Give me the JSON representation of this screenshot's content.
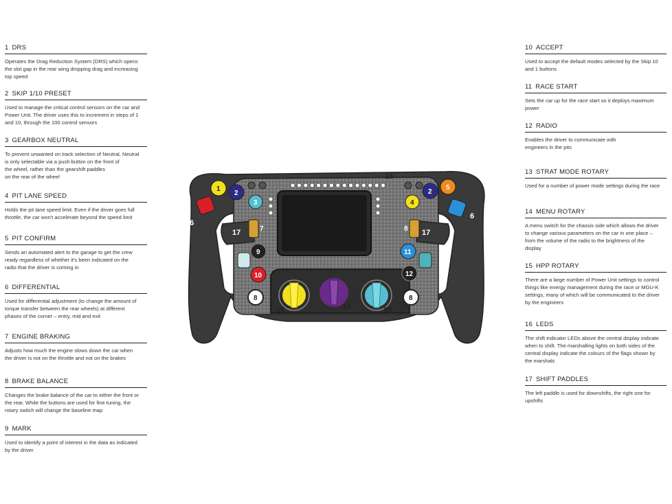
{
  "left_entries": [
    {
      "num": "1",
      "title": "DRS",
      "body": "Operates the Drag Reduction System (DRS) which opens\nthe slot gap in the rear wing dropping drag and increasing\ntop speed"
    },
    {
      "num": "2",
      "title": "SKIP 1/10 PRESET",
      "body": "Used to manage the critical control sensors on the car and\nPower Unit. The driver uses this to increment in steps of 1\nand 10, through the 100 control sensors"
    },
    {
      "num": "3",
      "title": "GEARBOX NEUTRAL",
      "body": "To prevent unwanted on track selection of Neutral, Neutral\nis only selectable via a push button on the front of\nthe wheel, rather than the gearshift paddles\non the rear of the wheel"
    },
    {
      "num": "4",
      "title": "PIT LANE SPEED",
      "body": "Holds the pit lane speed limit. Even if the driver goes full\nthrottle, the car won't accelerate beyond the speed limit"
    },
    {
      "num": "5",
      "title": "PIT CONFIRM",
      "body": "Sends an automated alert to the garage to get the crew\nready regardless of whether it's been indicated on the\nradio that the driver is coming in"
    },
    {
      "num": "6",
      "title": "DIFFERENTIAL",
      "body": "Used for differential adjustment (to change the amount of\ntorque transfer between the rear wheels) at different\nphases of the corner – entry, mid and exit"
    },
    {
      "num": "7",
      "title": "ENGINE BRAKING",
      "body": "Adjusts how much the engine slows down the car when\nthe driver is not on the throttle and not on the brakes"
    },
    {
      "num": "8",
      "title": "BRAKE BALANCE",
      "body": "Changes the brake balance of the car to either the front or\nthe rear. While the buttons are used for fine tuning, the\nrotary switch will change the baseline map"
    },
    {
      "num": "9",
      "title": "MARK",
      "body": "Used to identify a point of interest in the data as indicated\nby the driver"
    }
  ],
  "right_entries": [
    {
      "num": "10",
      "title": "ACCEPT",
      "body": "Used to accept the default modes selected by the Skip 10\nand 1 buttons"
    },
    {
      "num": "11",
      "title": "RACE START",
      "body": "Sets the car up for the race start so it deploys maximum\npower"
    },
    {
      "num": "12",
      "title": "RADIO",
      "body": "Enables the driver to communicate with\nengineers in the pits"
    },
    {
      "num": "13",
      "title": "STRAT MODE ROTARY",
      "body": "Used for a number of power mode settings during the race"
    },
    {
      "num": "14",
      "title": "MENU ROTARY",
      "body": "A menu switch for the chassis side which allows the driver\nto change various parameters on the car in one place –\nfrom the volume of the radio to the brightness of the\ndisplay"
    },
    {
      "num": "15",
      "title": "HPP ROTARY",
      "body": "There are a large number of Power Unit settings to control\nthings like energy management during the race or MGU-K\nsettings, many of which will be communicated to the driver\nby the engineers"
    },
    {
      "num": "16",
      "title": "LEDs",
      "body": "The shift indicator LEDs above the central display indicate\nwhen to shift. The marshalling lights on both sides of the\ncentral display indicate the colours of the flags shown by\nthe marshals"
    },
    {
      "num": "17",
      "title": "SHIFT PADDLES",
      "body": "The left paddle is used for downshifts, the right one for\nupshifts"
    }
  ],
  "wheel": {
    "labels": {
      "b1": "1",
      "b2l": "2",
      "b3": "3",
      "b2r": "2",
      "b5": "5",
      "b4": "4",
      "b9": "9",
      "b10": "10",
      "b8l": "8",
      "b11": "11",
      "b12": "12",
      "b8r": "8",
      "p17l": "17",
      "p17r": "17",
      "r7": "7",
      "r8": "8",
      "d6l": "6",
      "d6r": "6",
      "d6l2": "6",
      "rot13": "13",
      "rot14": "14",
      "rot15": "15",
      "led16": "16"
    },
    "colors": {
      "yellow": "#f2e01c",
      "navy": "#2c2c86",
      "cyan": "#56bfcf",
      "orange": "#f08a1e",
      "red": "#d8202a",
      "blue": "#2d8fd5",
      "teal": "#4fb3b8",
      "purple": "#6a2a8a",
      "body": "#3a3a3a",
      "plate": "#6d6d6d"
    }
  }
}
